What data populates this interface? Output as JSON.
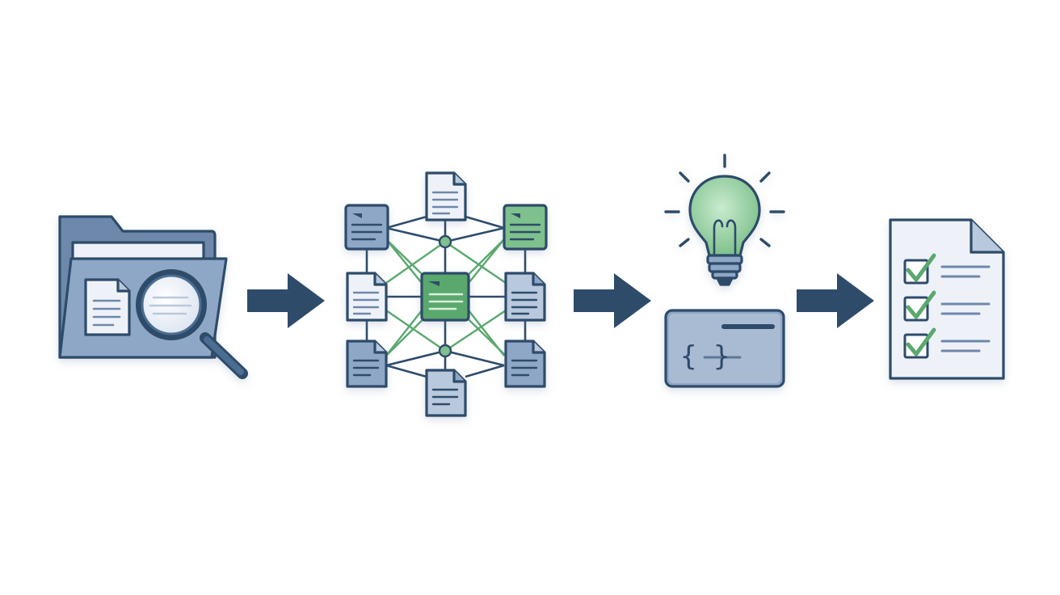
{
  "diagram": {
    "stages": [
      {
        "id": "search",
        "icon": "folder-search-icon"
      },
      {
        "id": "graph",
        "icon": "document-network-icon"
      },
      {
        "id": "idea",
        "icon": "lightbulb-code-icon"
      },
      {
        "id": "result",
        "icon": "checklist-document-icon"
      }
    ],
    "connectors": [
      {
        "from": "search",
        "to": "graph",
        "icon": "arrow-right-icon"
      },
      {
        "from": "graph",
        "to": "idea",
        "icon": "arrow-right-icon"
      },
      {
        "from": "idea",
        "to": "result",
        "icon": "arrow-right-icon"
      }
    ],
    "code_symbol": "{ }",
    "colors": {
      "outline": "#2e4b6a",
      "fill_blue": "#8fa7c6",
      "fill_blue_light": "#b9c9dd",
      "page": "#eef2f8",
      "accent_green": "#5aa86d",
      "accent_green_fill": "#7ec18c",
      "line_text": "#6d88ab"
    }
  }
}
